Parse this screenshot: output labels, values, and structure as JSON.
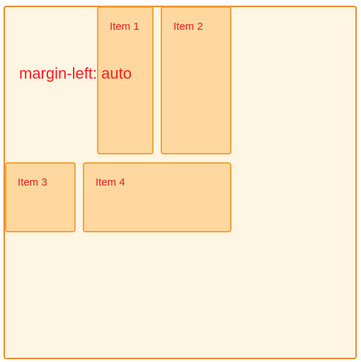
{
  "annotation": "margin-left: auto",
  "items": [
    {
      "label": "Item 1"
    },
    {
      "label": "Item 2"
    },
    {
      "label": "Item 3"
    },
    {
      "label": "Item 4"
    }
  ],
  "colors": {
    "container_background": "#fff5e3",
    "container_border": "#f08a2b",
    "item_background": "#ffd8a0",
    "item_border": "#f5a13a",
    "text": "#e81c1c",
    "annotation_text": "#ff1a1a"
  }
}
